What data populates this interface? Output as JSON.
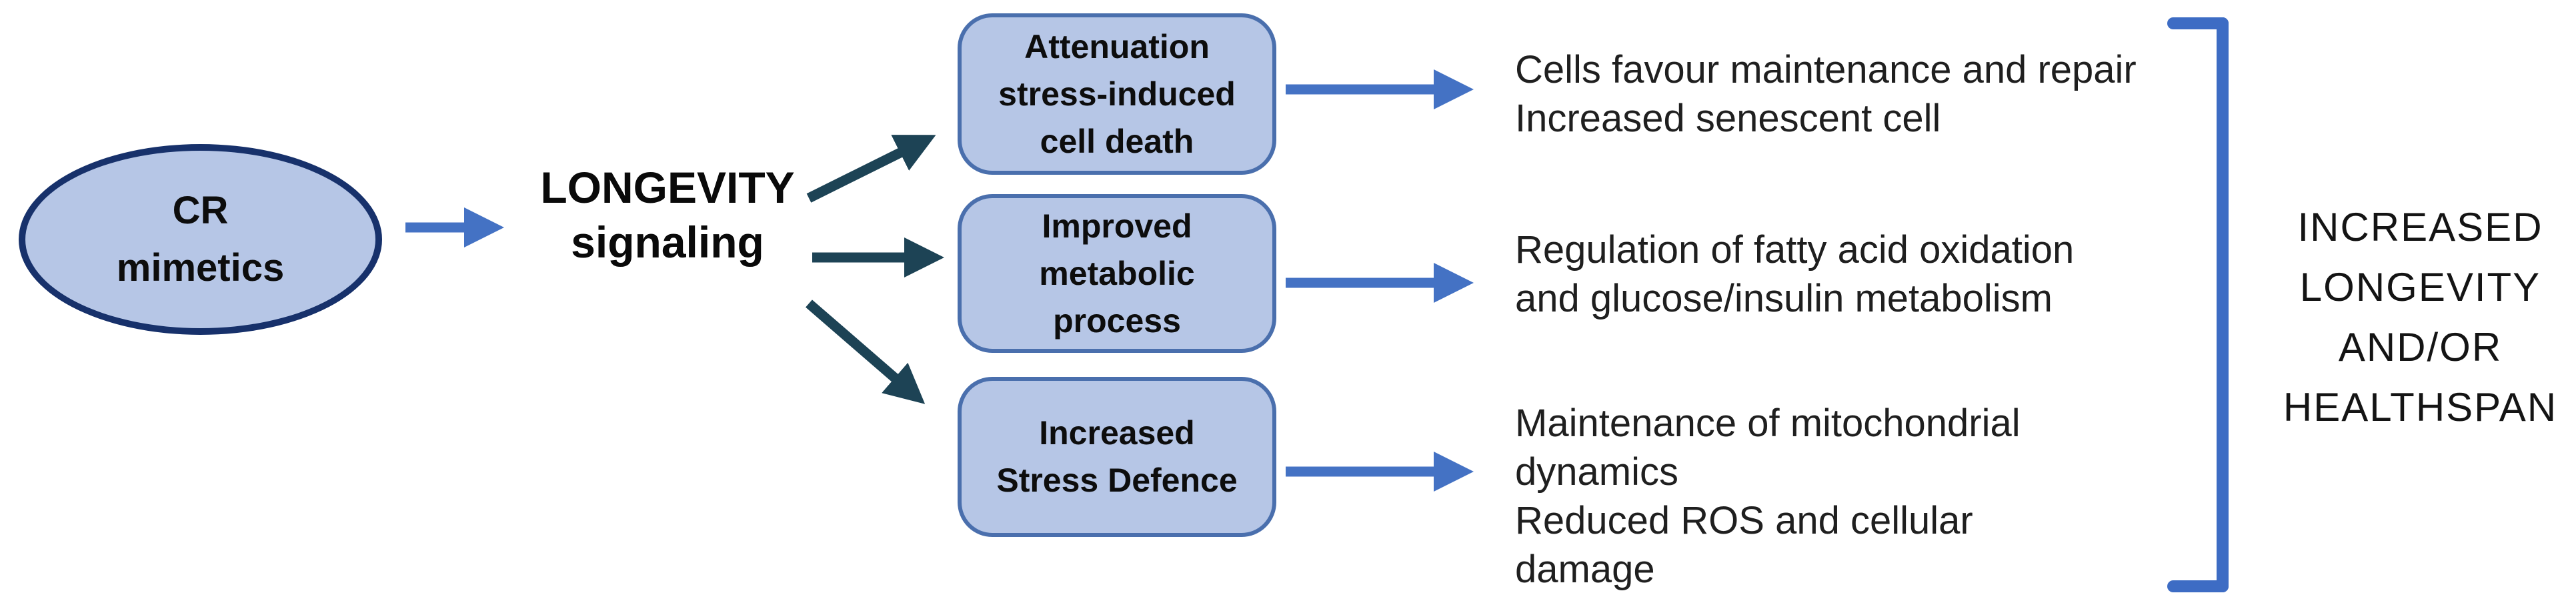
{
  "diagram": {
    "source": {
      "label": "CR\nmimetics"
    },
    "hub": {
      "label": "LONGEVITY\nsignaling"
    },
    "boxes": [
      {
        "label": "Attenuation\nstress-induced\ncell death"
      },
      {
        "label": "Improved\nmetabolic\nprocess"
      },
      {
        "label": "Increased\nStress Defence"
      }
    ],
    "outcomes": [
      {
        "text": "Cells favour maintenance and repair\nIncreased senescent cell"
      },
      {
        "text": "Regulation of fatty acid oxidation\nand glucose/insulin metabolism"
      },
      {
        "text": "Maintenance of mitochondrial\ndynamics\nReduced ROS and cellular\ndamage"
      }
    ],
    "result": {
      "label": "INCREASED\nLONGEVITY\nAND/OR\nHEALTHSPAN"
    },
    "colors": {
      "node_fill": "#b6c6e6",
      "node_border_dark_navy": "#17316b",
      "box_border": "#4a6fad",
      "blue_arrow": "#4472c4",
      "teal_arrow": "#1d4355",
      "bracket_blue": "#3d6cc4",
      "text": "#0d0d0d",
      "background": "#ffffff"
    }
  }
}
